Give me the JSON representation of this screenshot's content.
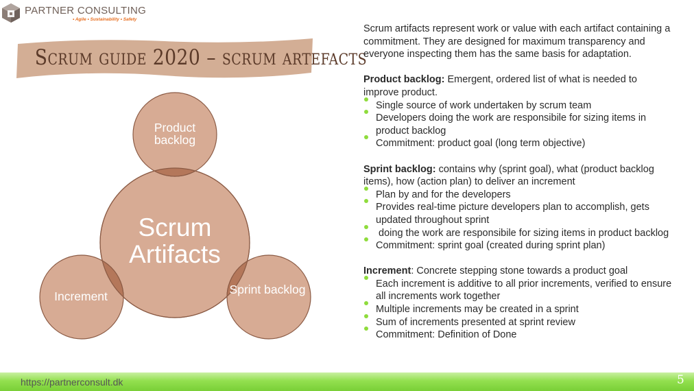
{
  "brand": {
    "name": "PARTNER CONSULTING",
    "tagline": "• Agile • Sustainability • Safety"
  },
  "slide": {
    "title": "Scrum guide 2020 – scrum artefacts",
    "diagram": {
      "center": "Scrum Artifacts",
      "top": "Product backlog",
      "left": "Increment",
      "right": "Sprint backlog"
    },
    "intro": "Scrum artifacts represent work or value with each artifact containing a commitment. They are designed for maximum transparency and everyone inspecting them has the same basis for adaptation.",
    "sections": [
      {
        "heading": "Product backlog:",
        "text": " Emergent, ordered list of what is needed to improve product.",
        "bullets": [
          "Single source of work undertaken by scrum team",
          "Developers doing the work are responsibile for sizing items in product backlog",
          "Commitment: product goal (long term objective)"
        ]
      },
      {
        "heading": "Sprint backlog:",
        "text": " contains why (sprint goal), what (product backlog items), how (action plan) to deliver an increment",
        "bullets": [
          "Plan by and for the developers",
          "Provides real-time picture developers plan to accomplish, gets updated throughout sprint",
          " doing the work are responsibile for sizing items in product backlog",
          "Commitment: sprint goal (created during sprint plan)"
        ]
      },
      {
        "heading": "Increment",
        "text": ": Concrete stepping stone towards a product goal",
        "bullets": [
          "Each increment is additive to all prior increments, verified to ensure all increments work together",
          "Multiple increments may be created in a sprint",
          "Sum of increments presented at sprint review",
          "Commitment: Definition of Done"
        ]
      }
    ]
  },
  "footer": {
    "url": "https://partnerconsult.dk",
    "page_number": "5"
  },
  "colors": {
    "circle_fill": "#d7ab94",
    "circle_stroke": "#8a5a44",
    "overlap_fill": "#b4775a",
    "banner_fill": "#d3ae95",
    "title_color": "#5b3a29",
    "bullet_color": "#8fdc3c",
    "footer_green": "#8cdb48",
    "brand_orange": "#e86e1f"
  }
}
